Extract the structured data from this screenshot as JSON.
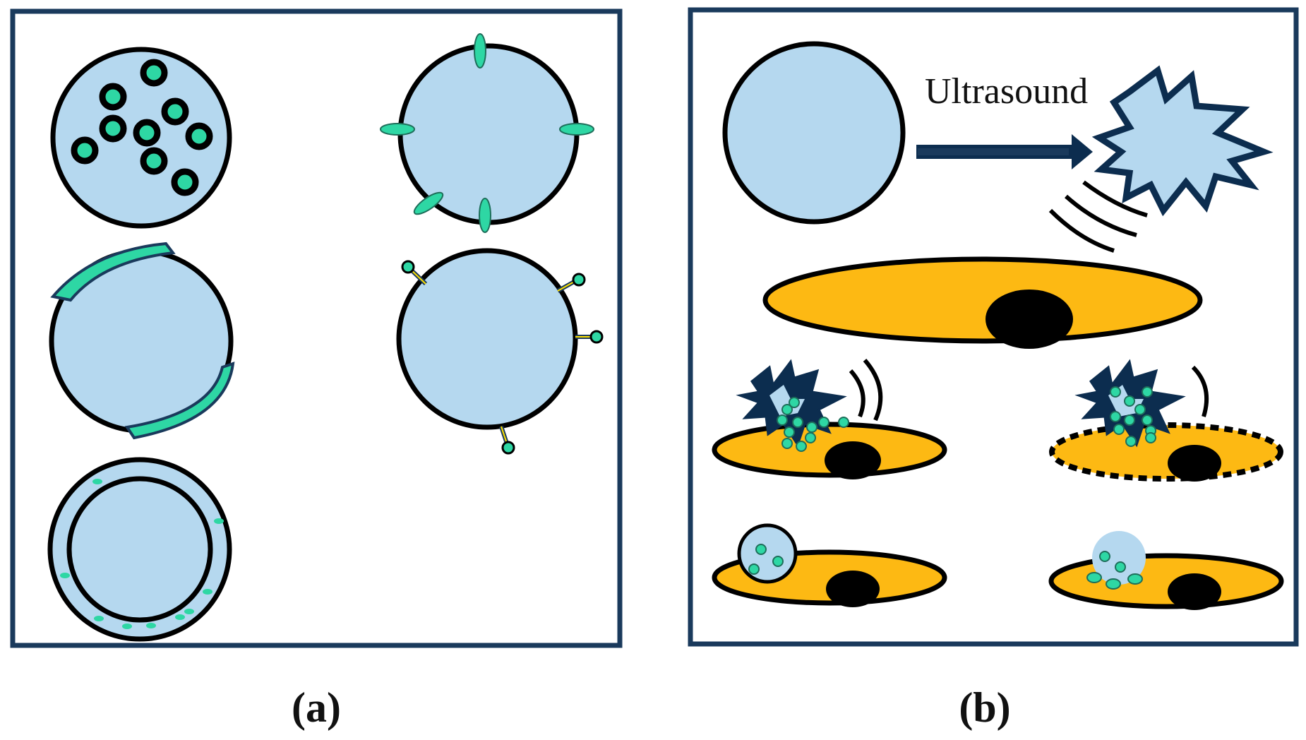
{
  "panels": [
    {
      "id": "a",
      "caption": "(a)"
    },
    {
      "id": "b",
      "caption": "(b)",
      "arrow_label": "Ultrasound"
    }
  ],
  "colors": {
    "frame": "#1a3a5c",
    "bubble_fill": "#b5d8ef",
    "outline": "#000000",
    "drug_green": "#2ed7a4",
    "drug_green_dark": "#1e6e5a",
    "burst_dark": "#0c2d4f",
    "cell_yellow": "#fdb913",
    "ligand_yellow": "#ffe100"
  }
}
